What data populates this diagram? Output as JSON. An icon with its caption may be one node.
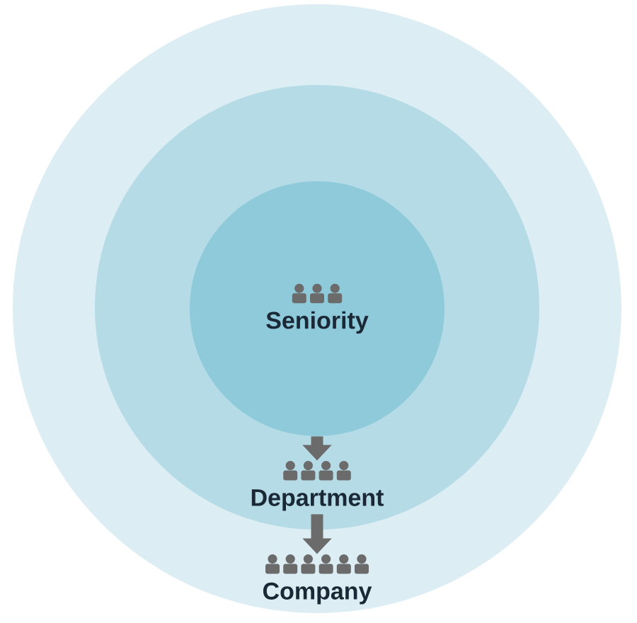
{
  "diagram": {
    "nodes": [
      {
        "text": [],
        "shape": "circle"
      },
      {
        "text": [],
        "shape": "circle",
        "in": 0
      },
      {
        "text": [
          "Seniority"
        ],
        "in": 1
      },
      {
        "text": [
          "Department"
        ],
        "in": 1
      },
      {
        "text": [
          "Company"
        ],
        "in": 0
      }
    ],
    "edges": [
      {
        "from": 2,
        "to": 3,
        "arrow": "to"
      },
      {
        "from": 1,
        "to": 4,
        "arrow": "to"
      }
    ]
  }
}
